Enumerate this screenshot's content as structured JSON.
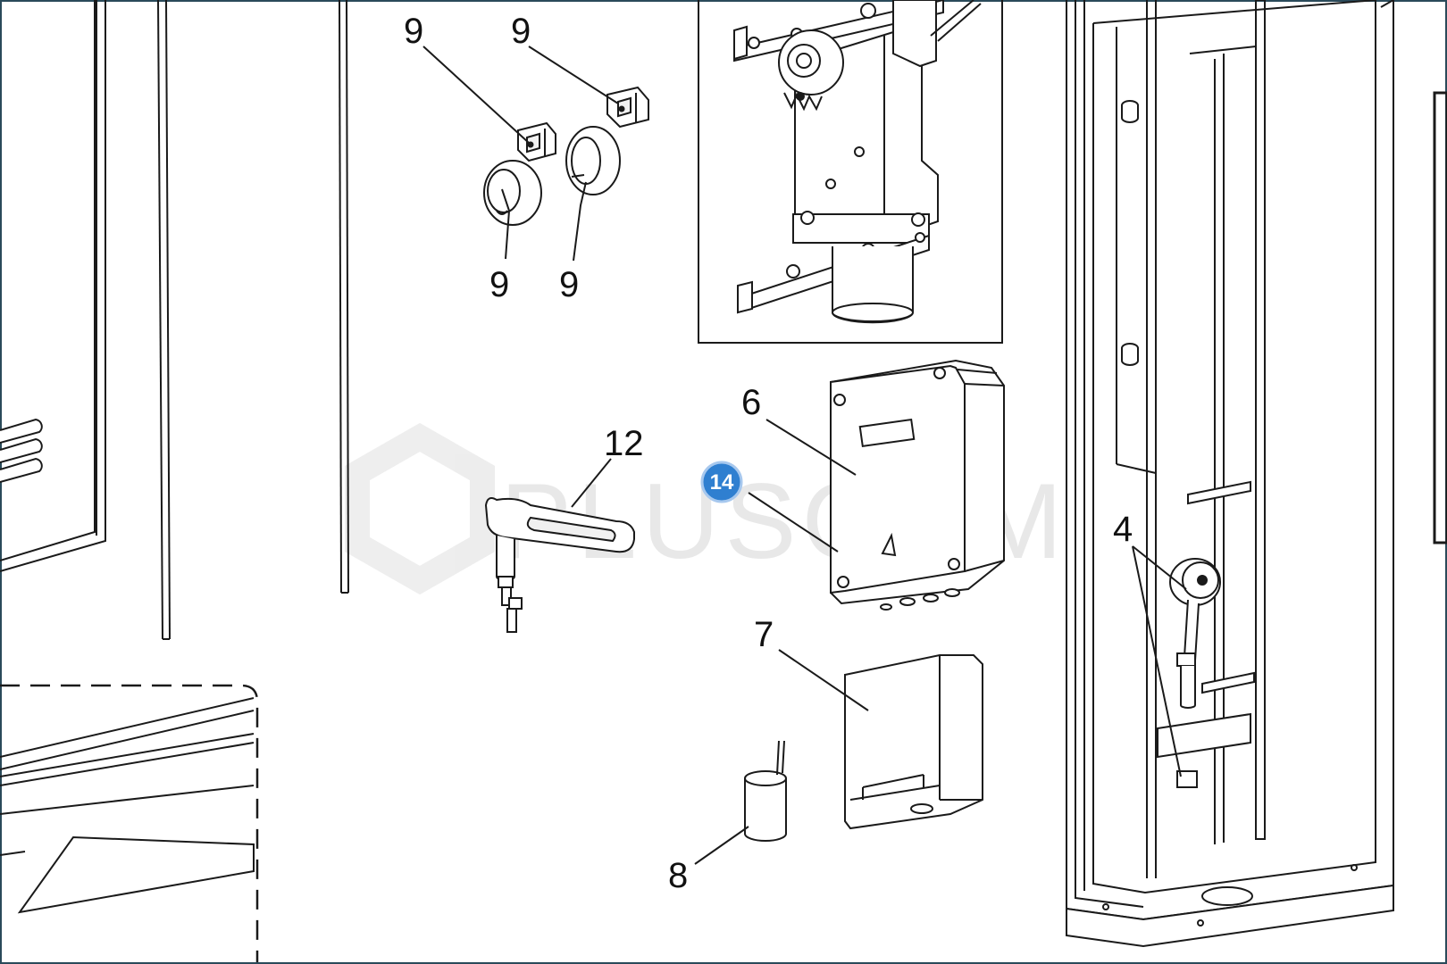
{
  "watermark": {
    "text": "PLUSCOM"
  },
  "callouts": {
    "top_left_9": "9",
    "top_right_9": "9",
    "bottom_left_9": "9",
    "bottom_right_9": "9",
    "part_12": "12",
    "part_6": "6",
    "part_7": "7",
    "part_8": "8",
    "part_4": "4"
  },
  "badge": {
    "label": "14",
    "color": "#2f7fd0"
  },
  "colors": {
    "line": "#1a1a1a",
    "frame": "#2a4a5a"
  }
}
